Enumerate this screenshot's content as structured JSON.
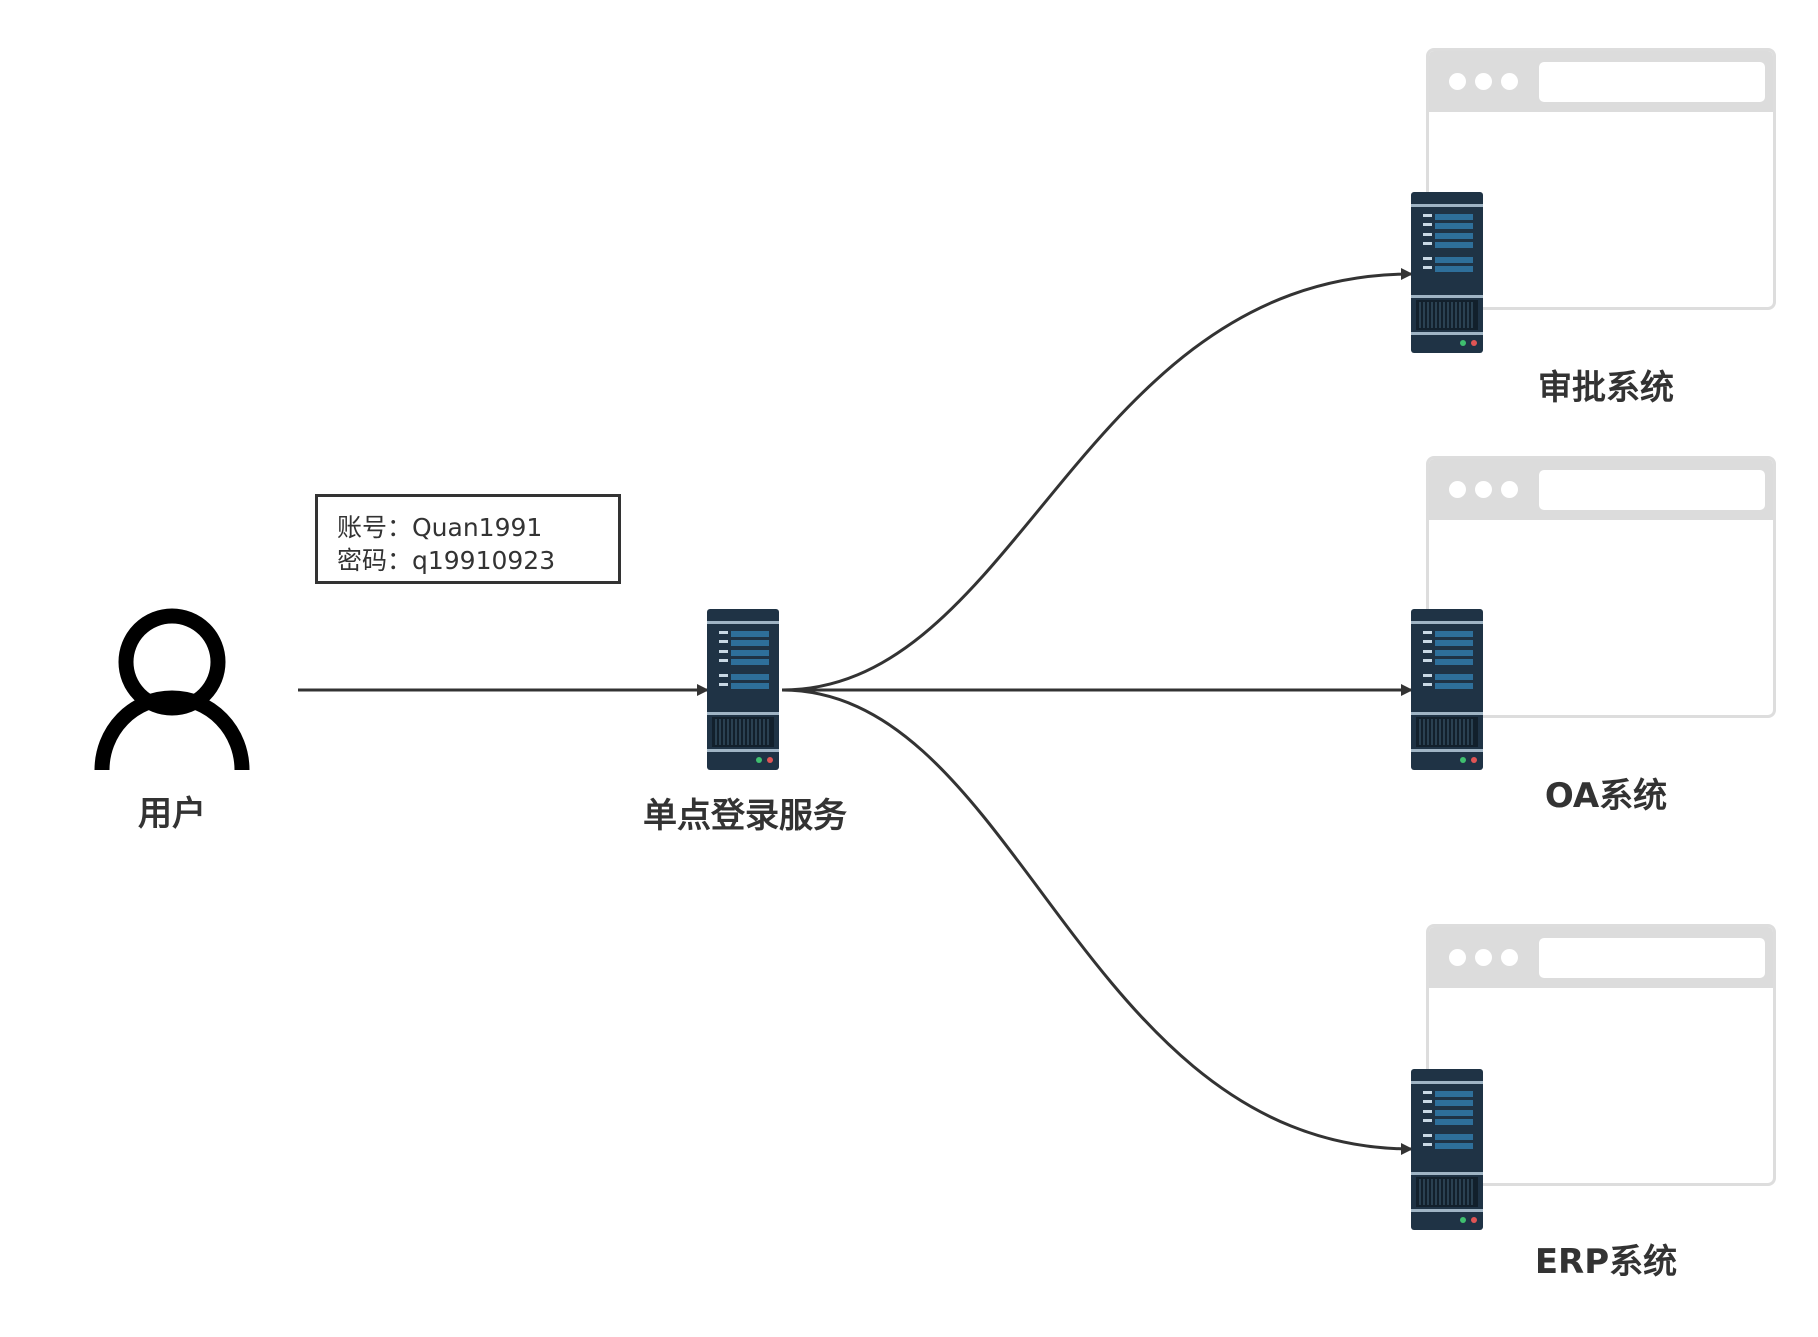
{
  "diagram": {
    "nodes": {
      "user": {
        "label": "用户",
        "icon": "user-icon"
      },
      "sso": {
        "label": "单点登录服务",
        "icon": "server-icon"
      },
      "approval": {
        "label": "审批系统",
        "icon": "server-icon"
      },
      "oa": {
        "label": "OA系统",
        "icon": "server-icon"
      },
      "erp": {
        "label": "ERP系统",
        "icon": "server-icon"
      }
    },
    "credentials": {
      "account_line": "账号：Quan1991",
      "password_line": "密码：q19910923"
    },
    "edges": [
      {
        "from": "user",
        "to": "sso"
      },
      {
        "from": "sso",
        "to": "approval"
      },
      {
        "from": "sso",
        "to": "oa"
      },
      {
        "from": "sso",
        "to": "erp"
      }
    ],
    "colors": {
      "line": "#333333",
      "server_body": "#1f3345",
      "server_accent": "#2e6f9a",
      "browser_frame": "#dcdcdc"
    }
  }
}
